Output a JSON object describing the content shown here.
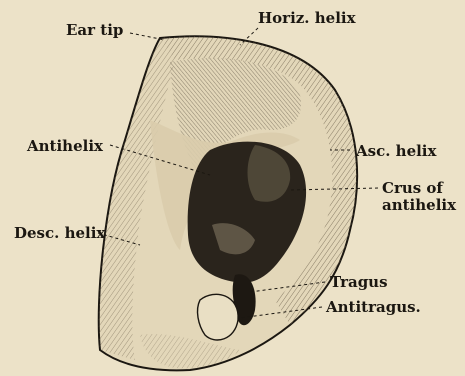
{
  "labels": {
    "ear_tip": "Ear tip",
    "horiz_helix": "Horiz. helix",
    "antihelix": "Antihelix",
    "asc_helix": "Asc. helix",
    "crus_of_antihelix_line1": "Crus of",
    "crus_of_antihelix_line2": "antihelix",
    "desc_helix": "Desc. helix",
    "tragus": "Tragus",
    "antitragus": "Antitragus."
  },
  "colors": {
    "paper": "#ece2c8",
    "ink": "#1b1711",
    "ear_shade": "#3b342a",
    "ear_light": "#d9ccac"
  }
}
